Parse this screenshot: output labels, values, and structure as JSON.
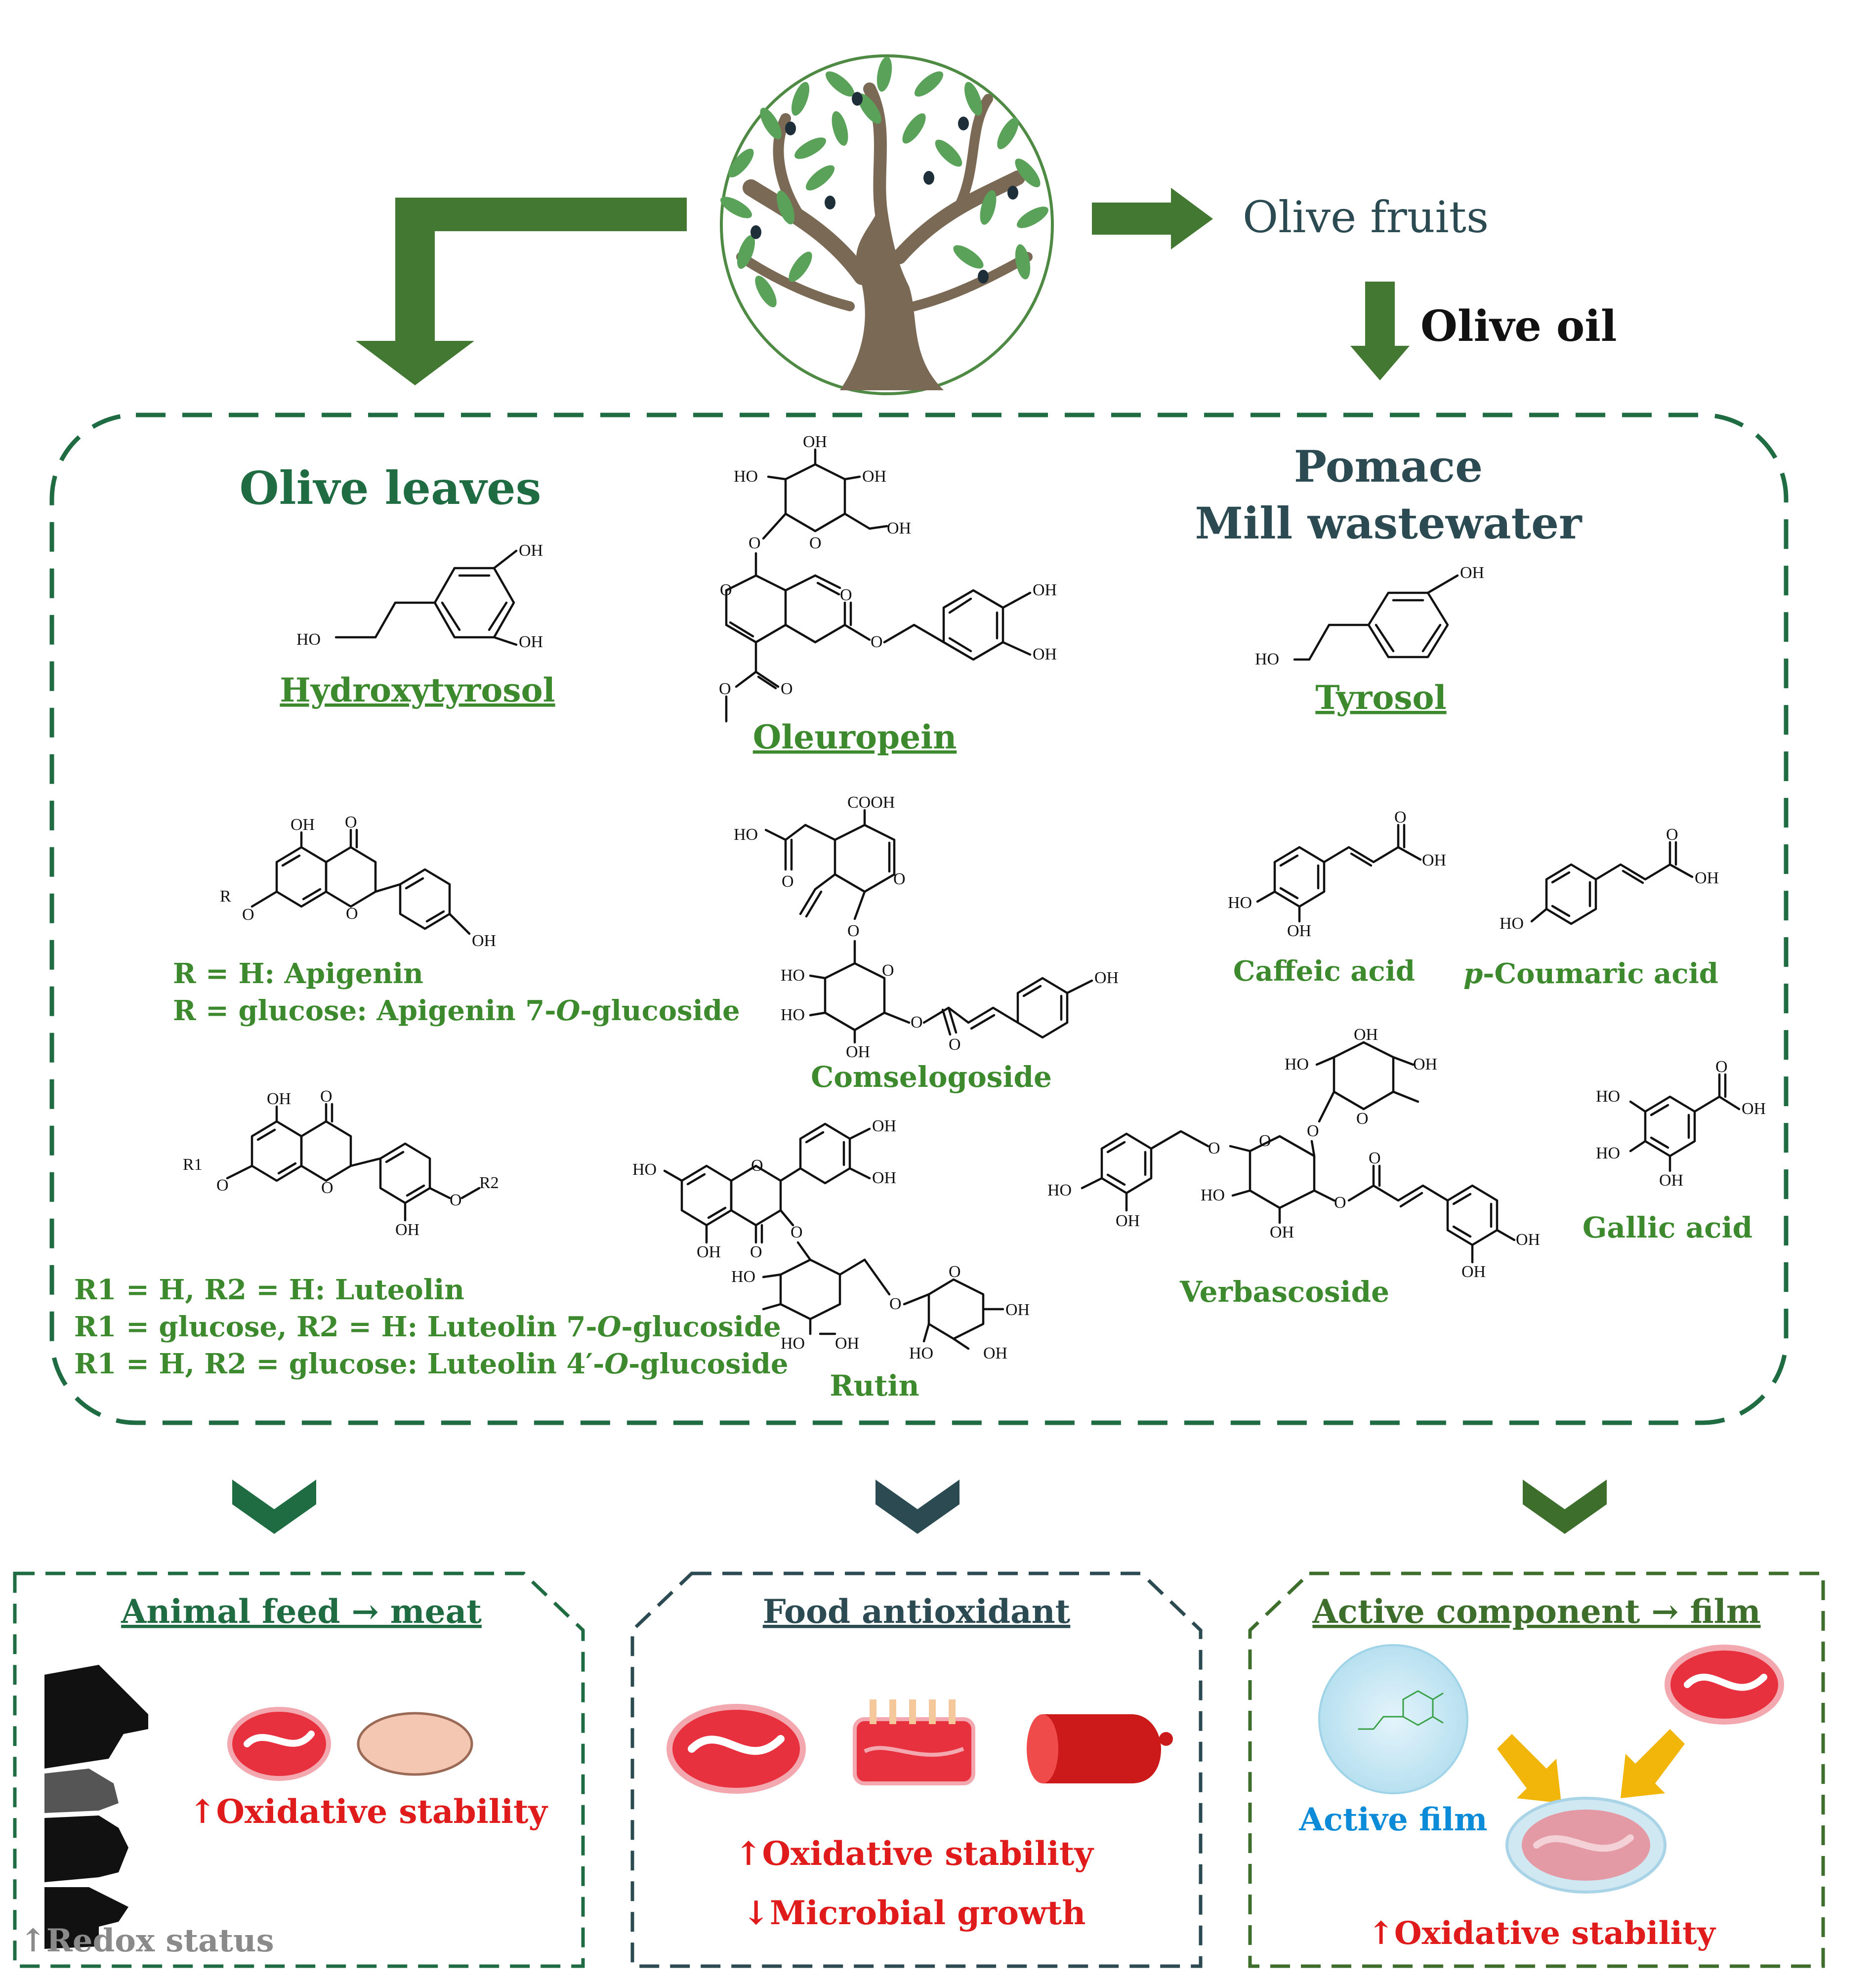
{
  "colors": {
    "arrow_green": "#437832",
    "leaves_green": "#1f6b42",
    "compound_green": "#3d8a2e",
    "slate": "#2c4a52",
    "film_green": "#3e6e2c",
    "red": "#e01b1b",
    "grey": "#8a8a8a",
    "blue": "#0b8bd8",
    "yellow": "#f2b50a"
  },
  "sources": {
    "olive_fruits": "Olive fruits",
    "olive_oil": "Olive oil",
    "olive_leaves": "Olive leaves",
    "pomace": "Pomace",
    "mill_wastewater": "Mill wastewater"
  },
  "compounds": {
    "hydroxytyrosol": "Hydroxytyrosol",
    "oleuropein": "Oleuropein",
    "tyrosol": "Tyrosol",
    "apigenin_line1": "R = H: Apigenin",
    "apigenin_line2_a": "R = glucose: Apigenin 7-",
    "apigenin_line2_b": "O",
    "apigenin_line2_c": "-glucoside",
    "comselogoside": "Comselogoside",
    "caffeic_acid": "Caffeic acid",
    "p_coumaric_prefix": "p",
    "p_coumaric_rest": "-Coumaric acid",
    "luteolin_line1": "R1 = H, R2 = H: Luteolin",
    "luteolin_line2_a": "R1 = glucose, R2 = H: Luteolin 7-",
    "luteolin_line2_b": "O",
    "luteolin_line2_c": "-glucoside",
    "luteolin_line3_a": "R1 = H, R2 = glucose: Luteolin 4′-",
    "luteolin_line3_b": "O",
    "luteolin_line3_c": "-glucoside",
    "rutin": "Rutin",
    "verbascoside": "Verbascoside",
    "gallic_acid": "Gallic acid"
  },
  "atoms": {
    "OH": "OH",
    "HO": "HO",
    "O": "O",
    "R": "R",
    "R1": "R1",
    "R2": "R2",
    "COOH": "COOH"
  },
  "applications": {
    "feed_title": "Animal feed → meat",
    "feed_effect": "↑Oxidative stability",
    "feed_redox": "↑Redox status",
    "food_title": "Food antioxidant",
    "food_effect1": "↑Oxidative stability",
    "food_effect2": "↓Microbial growth",
    "film_title": "Active component → film",
    "film_label": "Active film",
    "film_effect": "↑Oxidative stability"
  }
}
